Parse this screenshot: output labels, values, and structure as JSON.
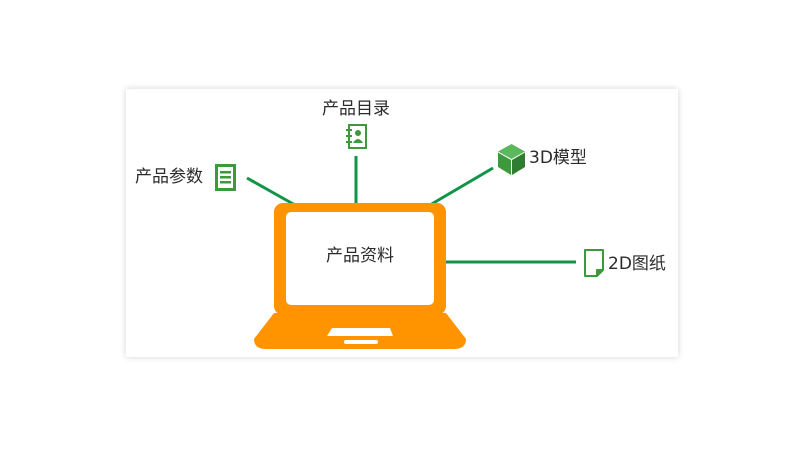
{
  "colors": {
    "accent_green": "#3b9a3b",
    "line_green": "#0f9448",
    "laptop_orange": "#ff9300",
    "background": "#ffffff"
  },
  "diagram": {
    "center": {
      "label": "产品资料",
      "icon": "laptop-icon"
    },
    "nodes": [
      {
        "label": "产品目录",
        "icon": "contact-book-icon"
      },
      {
        "label": "产品参数",
        "icon": "document-list-icon"
      },
      {
        "label": "3D模型",
        "icon": "cube-icon"
      },
      {
        "label": "2D图纸",
        "icon": "drawing-sheet-icon"
      }
    ]
  }
}
